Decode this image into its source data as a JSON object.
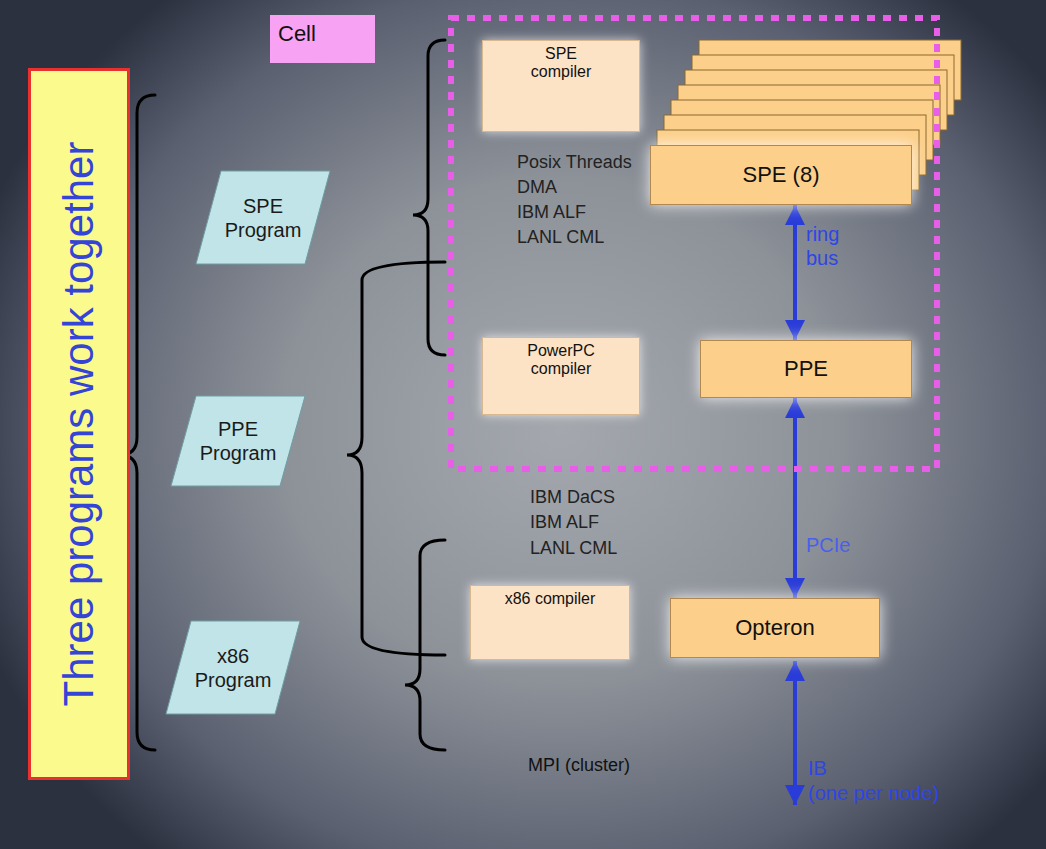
{
  "diagram": {
    "nodes": [
      {
        "text": [
          "Three programs work together"
        ]
      },
      {
        "text": [
          "Cell"
        ]
      },
      {
        "text": [
          "SPE compiler"
        ],
        "in": 1
      },
      {
        "text": [
          "SPE (8)"
        ],
        "in": 1
      },
      {
        "text": [
          "PowerPC compiler"
        ],
        "in": 1
      },
      {
        "text": [
          "PPE"
        ],
        "in": 1
      },
      {
        "text": [
          "x86 compiler"
        ]
      },
      {
        "text": [
          "Opteron"
        ]
      },
      {
        "text": [
          "SPE Program"
        ]
      },
      {
        "text": [
          "PPE Program"
        ]
      },
      {
        "text": [
          "x86 Program"
        ]
      }
    ],
    "edges": [
      {
        "from": 3,
        "to": 5,
        "arrow": "both",
        "label": "ring bus"
      },
      {
        "from": 5,
        "to": 7,
        "arrow": "both",
        "label": "PCIe"
      }
    ],
    "labels": [
      "Posix Threads",
      "DMA",
      "IBM ALF",
      "LANL CML",
      "IBM DaCS",
      "IBM ALF",
      "LANL CML",
      "MPI (cluster)",
      "IB",
      "(one per node)"
    ]
  }
}
